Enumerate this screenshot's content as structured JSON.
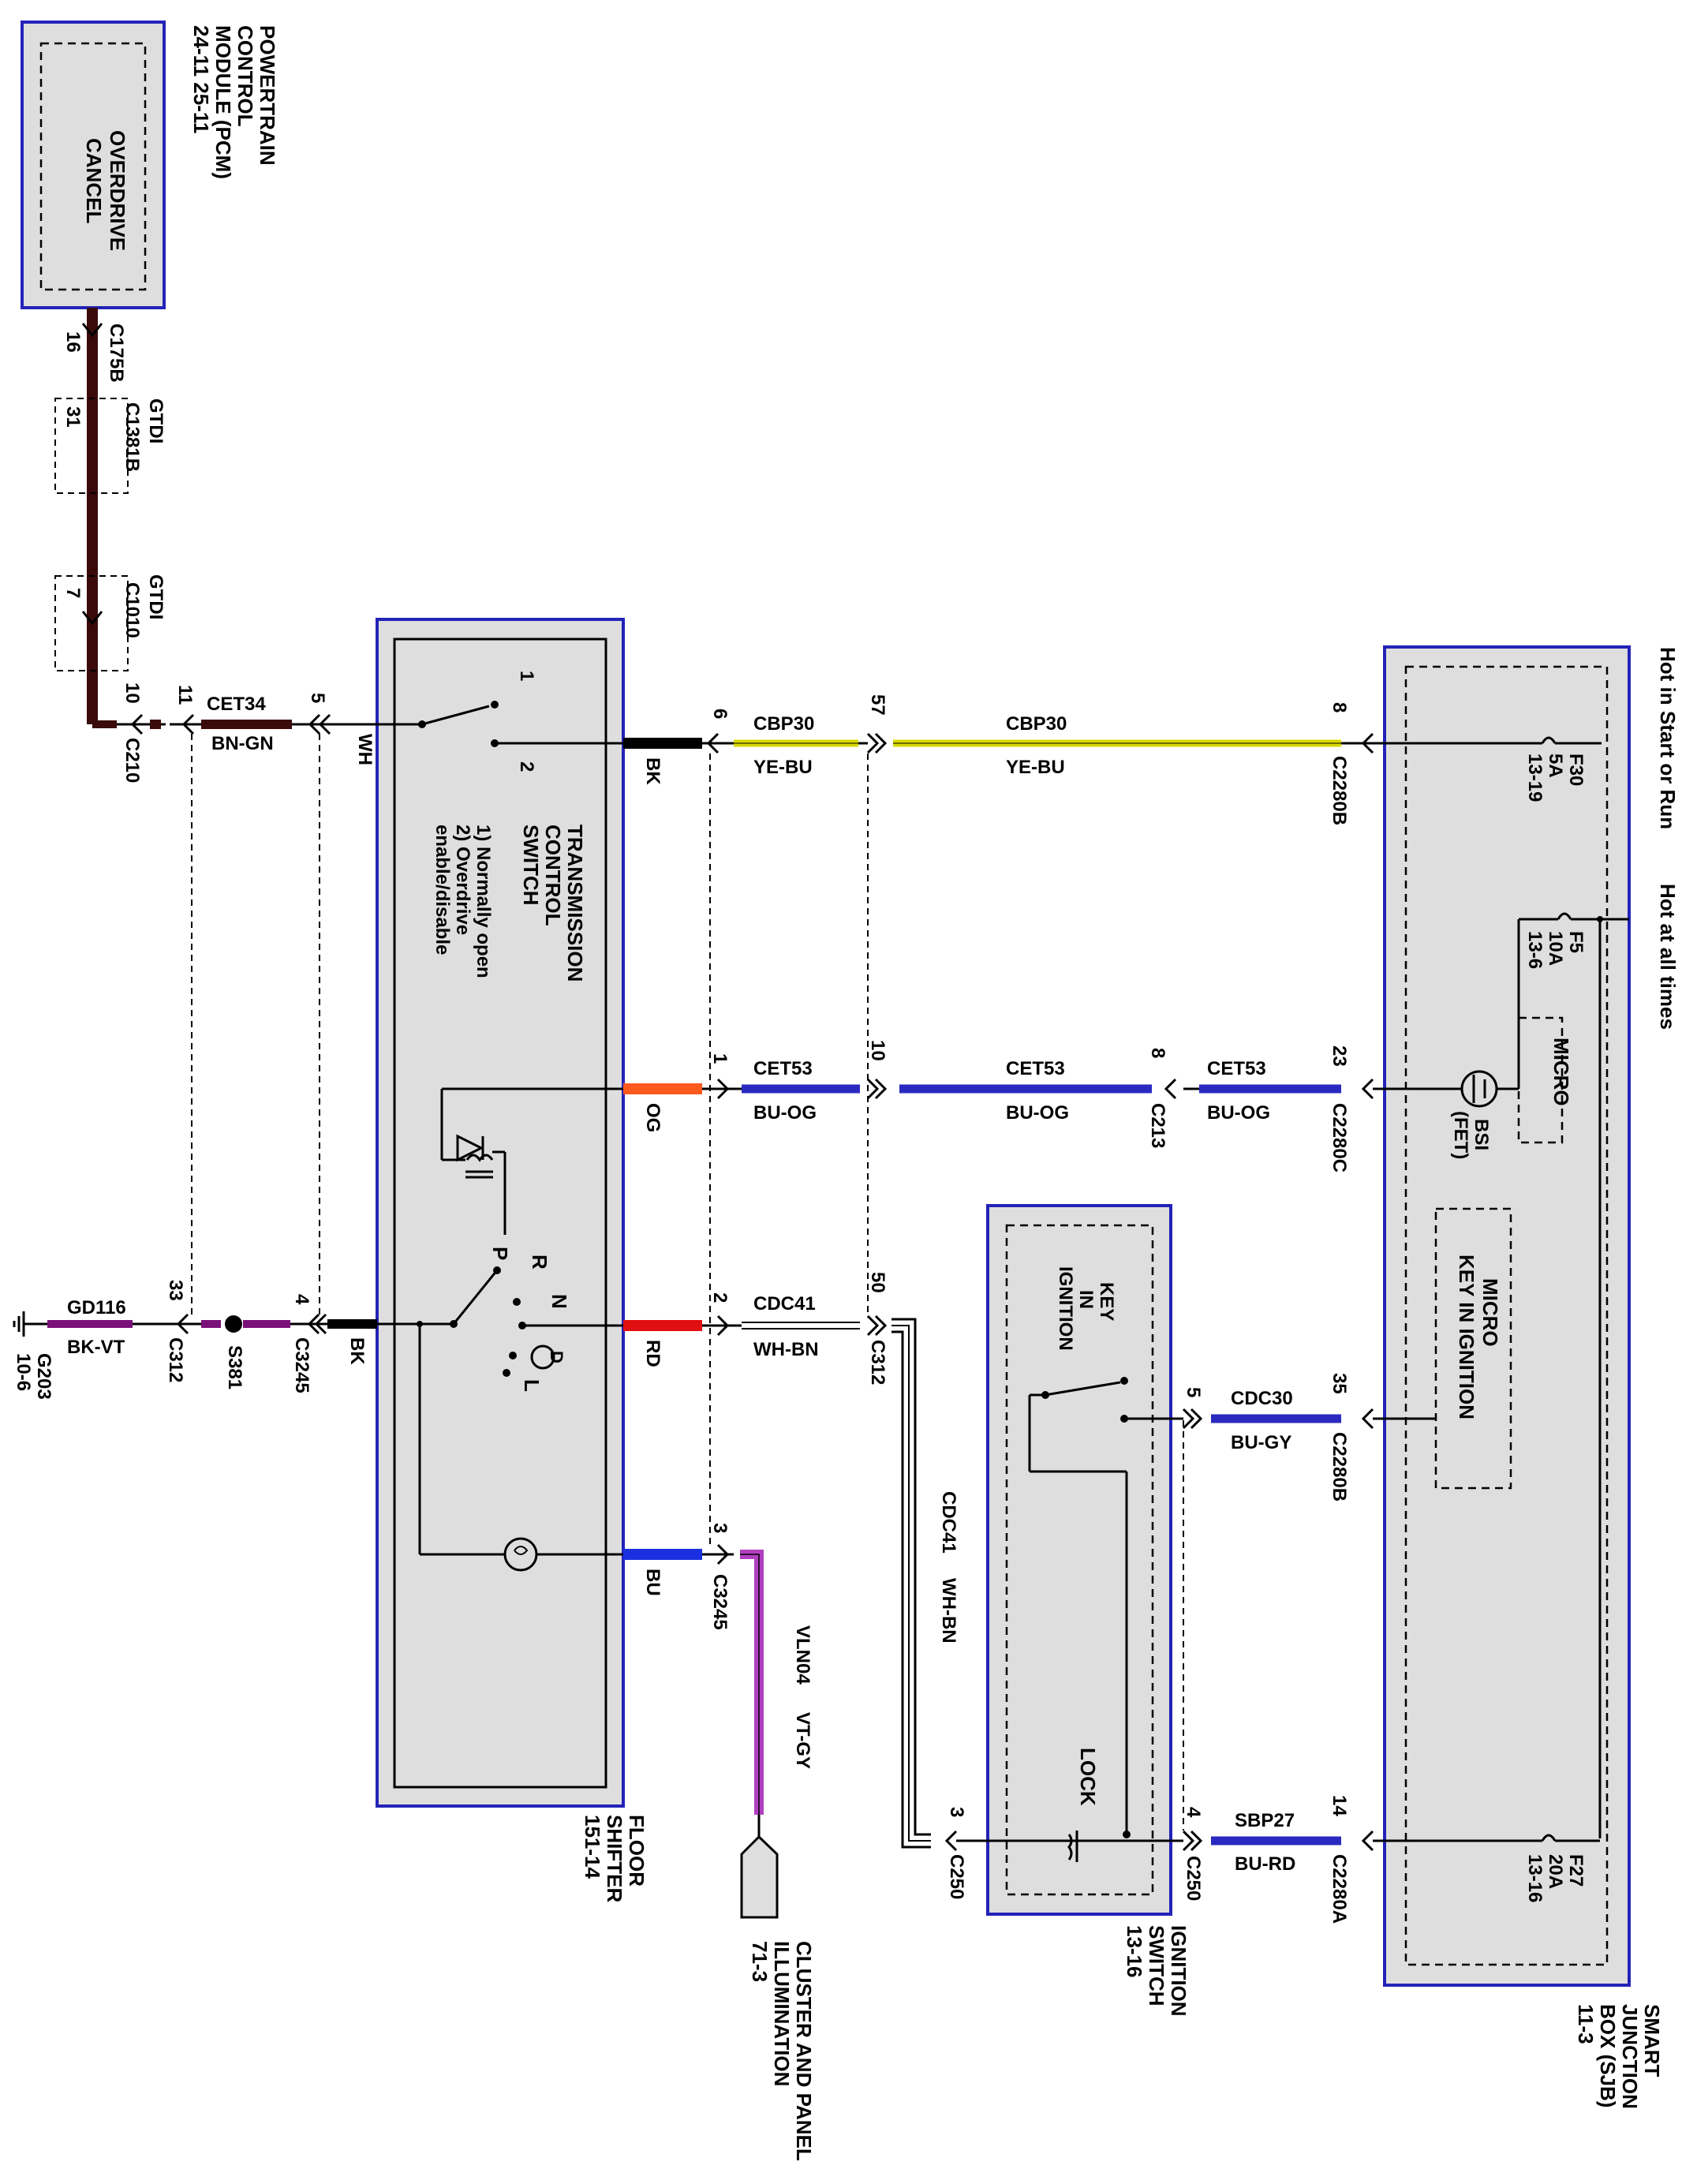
{
  "modules": {
    "pcm": {
      "name": "POWERTRAIN CONTROL MODULE (PCM)",
      "line1": "POWERTRAIN",
      "line2": "CONTROL",
      "line3": "MODULE (PCM)",
      "ref": "24-11  25-11",
      "inner_line1": "OVERDRIVE",
      "inner_line2": "CANCEL"
    },
    "floor_shifter": {
      "line1": "FLOOR",
      "line2": "SHIFTER",
      "ref": "151-14"
    },
    "tcs": {
      "line1": "TRANSMISSION",
      "line2": "CONTROL",
      "line3": "SWITCH",
      "note1": "1) Normally open",
      "note2": "2) Overdrive",
      "note3": "enable/disable"
    },
    "ignition_switch": {
      "line1": "IGNITION",
      "line2": "SWITCH",
      "ref": "13-16",
      "key_line1": "KEY",
      "key_line2": "IN",
      "key_line3": "IGNITION",
      "lock": "LOCK"
    },
    "sjb": {
      "line1": "SMART",
      "line2": "JUNCTION",
      "line3": "BOX (SJB)",
      "ref": "11-3",
      "micro": "MICRO",
      "micro2_line1": "MICRO",
      "micro2_line2": "KEY IN IGNITION",
      "bsi": "BSI",
      "fet": "(FET)"
    },
    "cluster": {
      "line1": "CLUSTER AND PANEL",
      "line2": "ILLUMINATION",
      "ref": "71-3"
    }
  },
  "power": {
    "hot_start_run": "Hot in Start or Run",
    "hot_all_times": "Hot at all times",
    "fuses": [
      {
        "name": "F30",
        "amp": "5A",
        "ref": "13-19"
      },
      {
        "name": "F5",
        "amp": "10A",
        "ref": "13-6"
      },
      {
        "name": "F27",
        "amp": "20A",
        "ref": "13-16"
      }
    ]
  },
  "connectors": {
    "c175b": "C175B",
    "c175b_pin": "16",
    "c1381b": "C1381B",
    "c1381b_pin": "31",
    "gtdi_a": "GTDI",
    "c1010": "C1010",
    "c1010_pin": "7",
    "gtdi_b": "GTDI",
    "c210": "C210",
    "c210_pin": "10",
    "pin11": "11",
    "pin5": "5",
    "c312_left": "C312",
    "c312_left_pin": "33",
    "s381": "S381",
    "c3245_left": "C3245",
    "c3245_left_pin": "4",
    "g203": "G203",
    "g203_ref": "10-6",
    "c3245_a_pin": "6",
    "c3245_b_pin": "1",
    "c3245_c_pin": "2",
    "c3245_d_pin": "3",
    "c3245_d": "C3245",
    "c312_mid_a_pin": "57",
    "c312_mid_b_pin": "10",
    "c312_mid_c_pin": "50",
    "c312_mid": "C312",
    "c213": "C213",
    "c213_pin": "8",
    "c2280b_a": "C2280B",
    "c2280b_a_pin": "8",
    "c2280c": "C2280C",
    "c2280c_pin": "23",
    "c2280b_b": "C2280B",
    "c2280b_b_pin": "35",
    "c2280a": "C2280A",
    "c2280a_pin": "14",
    "c250_left": "C250",
    "c250_left_pin": "3",
    "c250_right": "C250",
    "c250_right_pin": "4",
    "c250_sw_pin": "5"
  },
  "wires": {
    "cet34": {
      "circuit": "CET34",
      "color": "BN-GN"
    },
    "wh": "WH",
    "bk_upper": "BK",
    "bk_lower": "BK",
    "gd116": {
      "circuit": "GD116",
      "color": "BK-VT"
    },
    "cbp30_a": {
      "circuit": "CBP30",
      "color": "YE-BU"
    },
    "cbp30_b": {
      "circuit": "CBP30",
      "color": "YE-BU"
    },
    "og": "OG",
    "cet53_a": {
      "circuit": "CET53",
      "color": "BU-OG"
    },
    "cet53_b": {
      "circuit": "CET53",
      "color": "BU-OG"
    },
    "cet53_c": {
      "circuit": "CET53",
      "color": "BU-OG"
    },
    "rd": "RD",
    "cdc41_a": {
      "circuit": "CDC41",
      "color": "WH-BN"
    },
    "cdc41_b": {
      "circuit": "CDC41",
      "color": "WH-BN"
    },
    "cdc30": {
      "circuit": "CDC30",
      "color": "BU-GY"
    },
    "bu": "BU",
    "vln04": {
      "circuit": "VLN04",
      "color": "VT-GY"
    },
    "sbp27": {
      "circuit": "SBP27",
      "color": "BU-RD"
    }
  },
  "switch_positions": {
    "p1": "1",
    "p2": "2",
    "p": "P",
    "r": "R",
    "n": "N",
    "d": "D",
    "l": "L"
  },
  "colors": {
    "module_border": "#2323b8",
    "module_fill": "#dedede",
    "wire_black": "#000000",
    "wire_brown": "#3a0a0a",
    "wire_orange": "#ff5a1e",
    "wire_red": "#e01010",
    "wire_blue": "#1a30e0",
    "wire_violet": "#b040c0",
    "wire_navy": "#2a2ac0",
    "wire_yellow": "#e8e800"
  }
}
